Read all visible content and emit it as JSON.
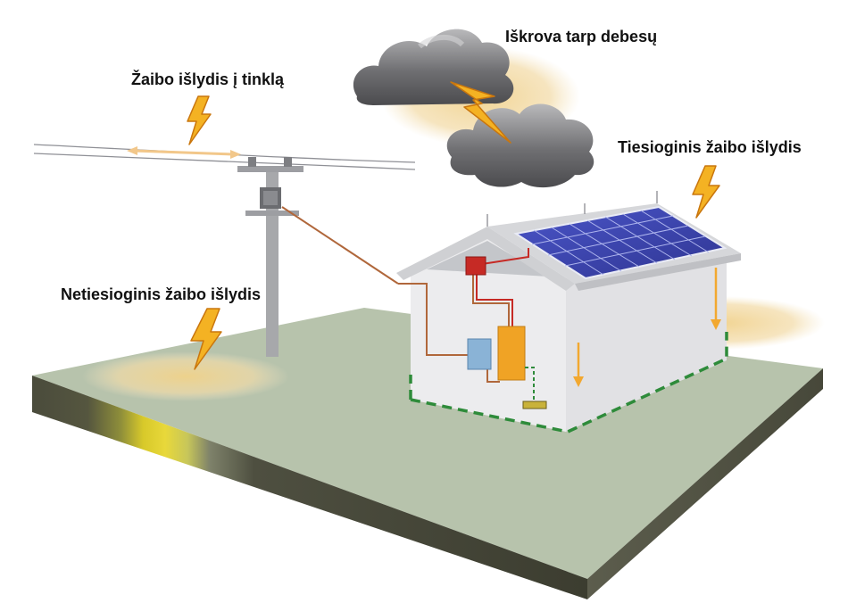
{
  "labels": {
    "grid_strike": "Žaibo išlydis į tinklą",
    "cloud_discharge": "Iškrova tarp debesų",
    "direct_strike": "Tiesioginis žaibo išlydis",
    "indirect_strike": "Netiesioginis žaibo išlydis"
  },
  "icons": [
    "lightning-bolt-icon",
    "cloud-icon",
    "solar-panel-icon",
    "power-pole-icon",
    "house-icon",
    "surge-arrow-icon"
  ],
  "colors": {
    "lightning": "#f4b223",
    "lightning_outline": "#c9760e",
    "glow": "#f0d9a0",
    "ground_top": "#b7c3ac",
    "ground_side": "#4a4b3c",
    "ground_earthing": "#2e8b3a",
    "house_wall": "#e9e9eb",
    "roof": "#dadbdd",
    "solar_panel": "#3a3fa6",
    "inverter": "#f0a325",
    "meter": "#8ab3d6",
    "combiner": "#c62a25",
    "wire": "#b0673b"
  }
}
